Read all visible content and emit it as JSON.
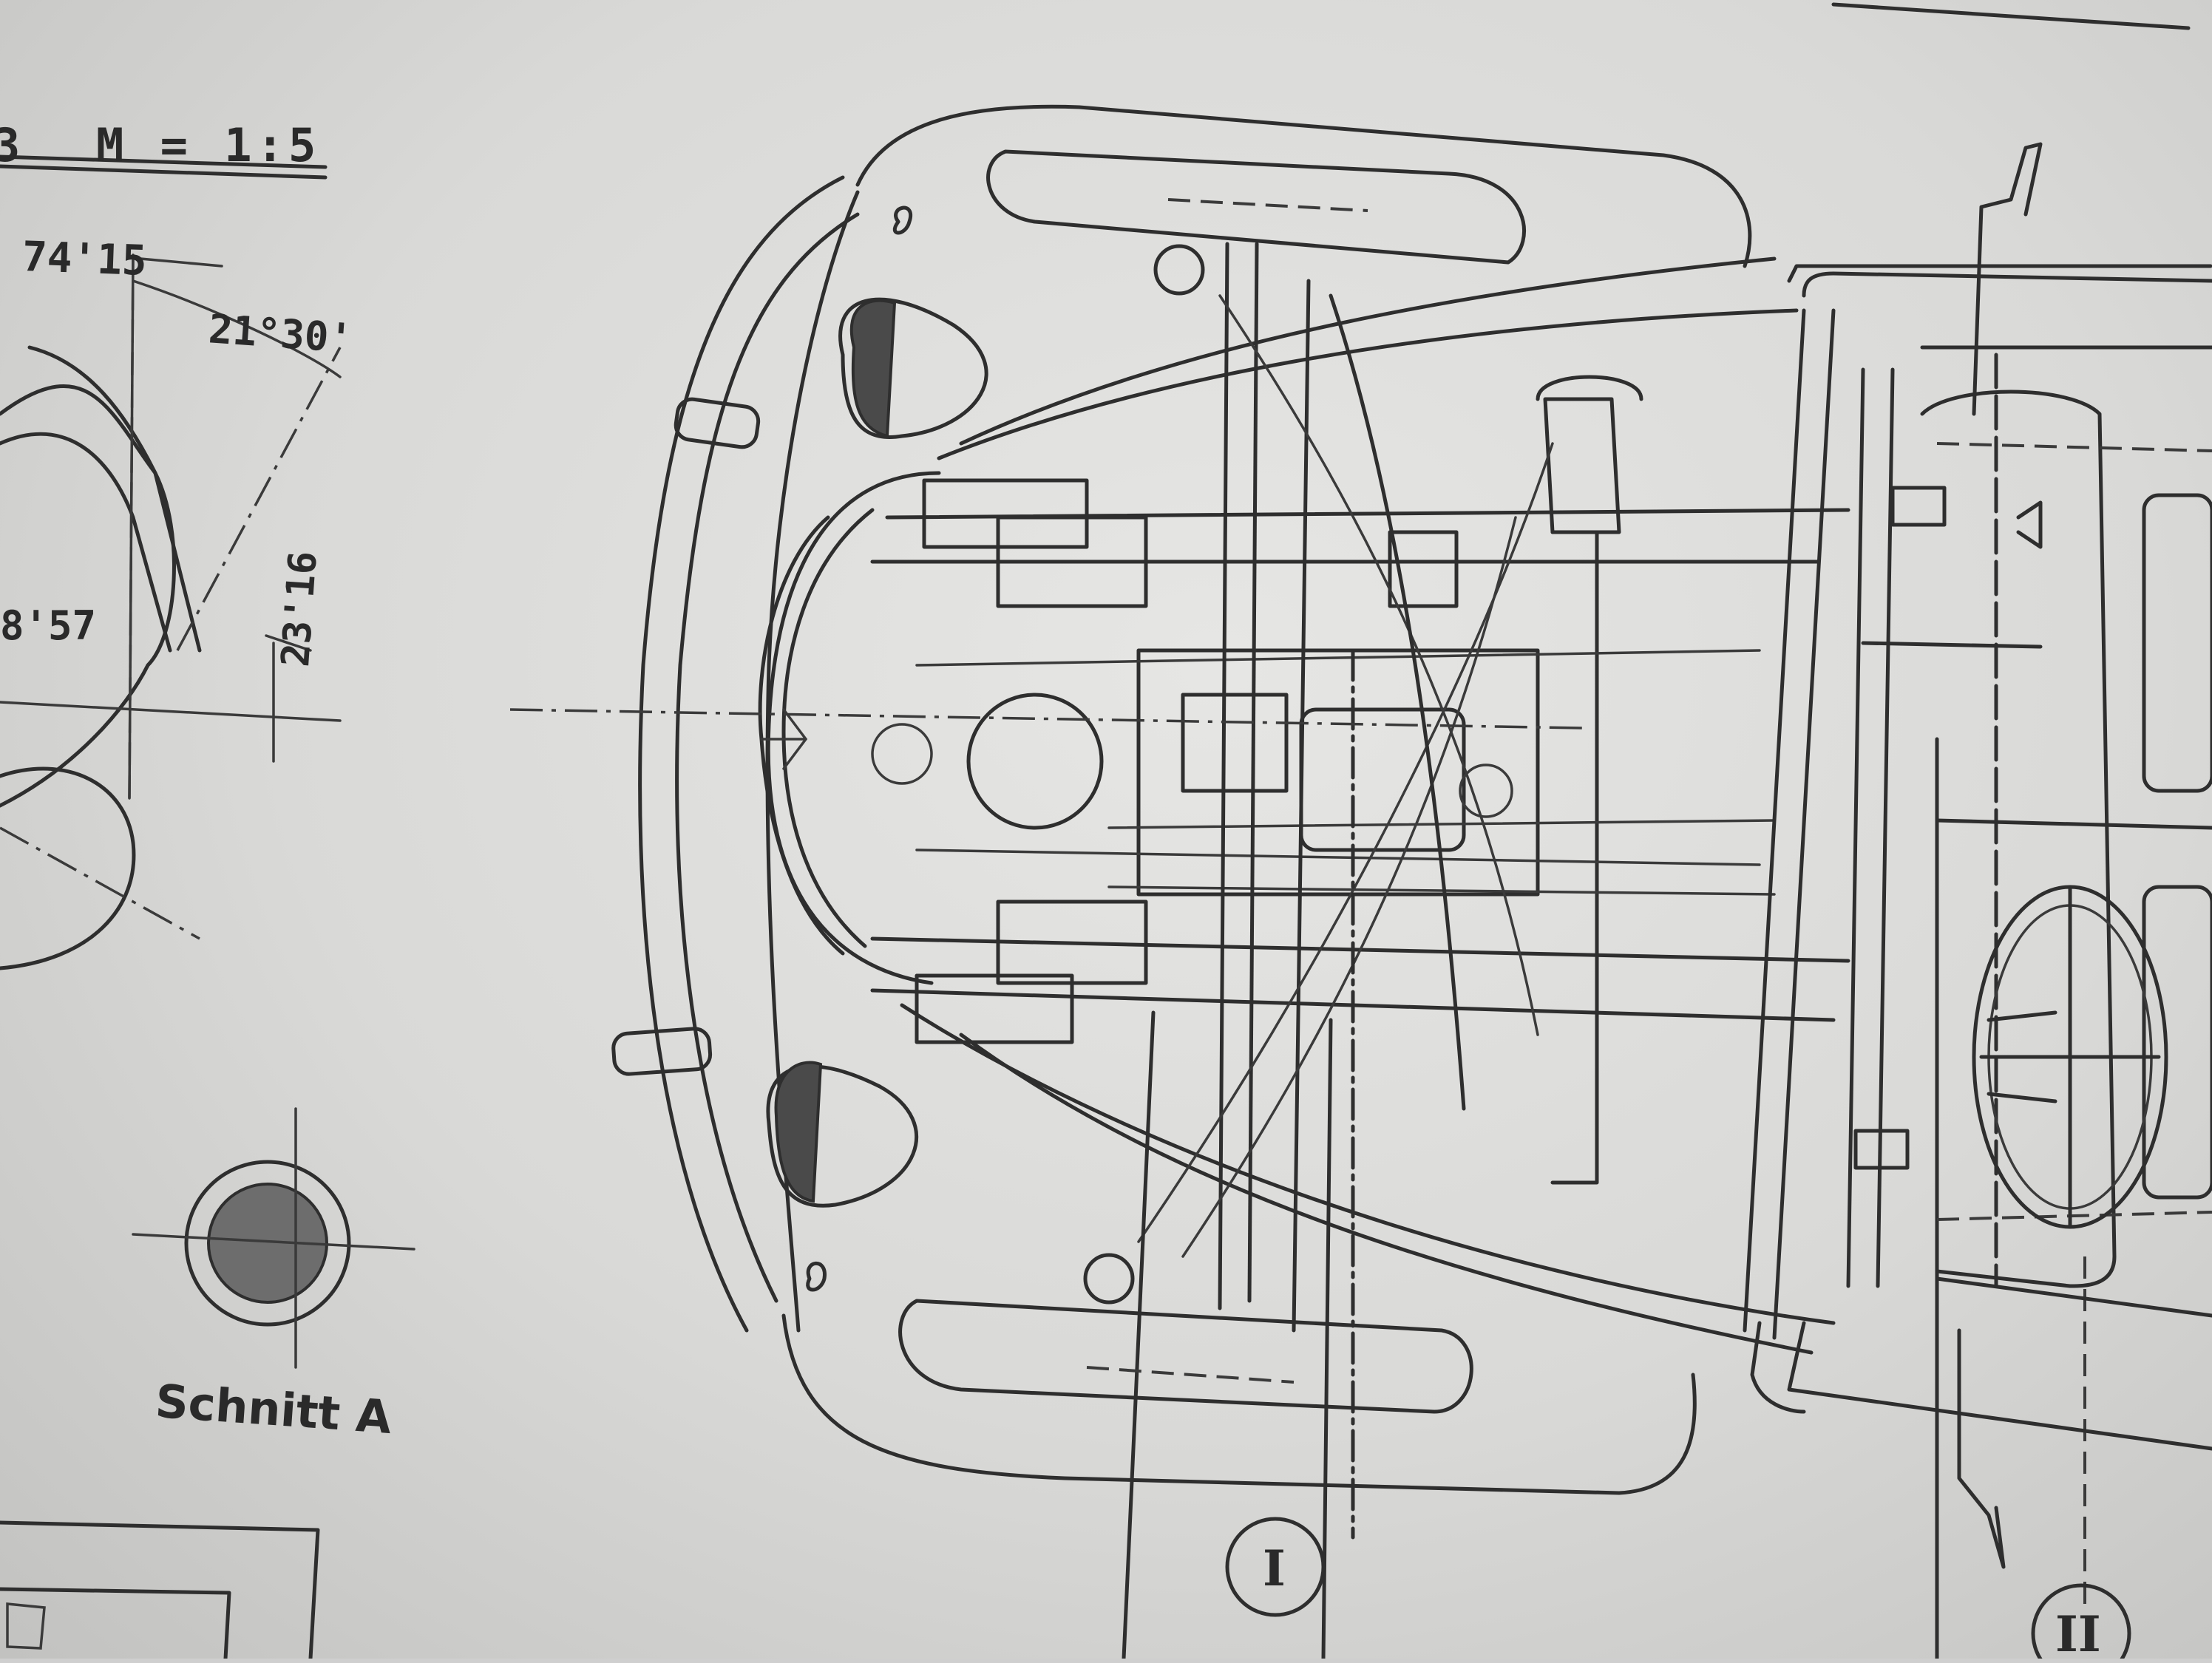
{
  "drawing": {
    "scale_label": "M = 1:5",
    "scale_fragment": "3",
    "dimensions": {
      "dim_top": "74'15",
      "angle": "21°30'",
      "dim_left": "8'57",
      "dim_vertical": "23'16"
    },
    "section_label": "Schnitt A",
    "markers": [
      "I",
      "II"
    ]
  },
  "colors": {
    "paper": "#e2e2e0",
    "ink": "#2e2e2e"
  }
}
